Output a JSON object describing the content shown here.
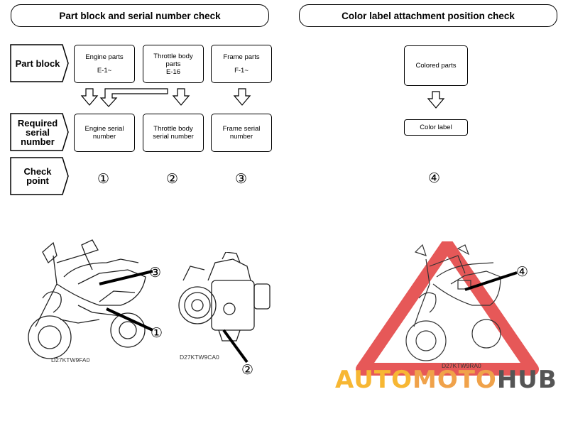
{
  "left_header": "Part block and serial number check",
  "right_header": "Color label attachment position check",
  "row_labels": {
    "part_block": "Part block",
    "required": [
      "Required",
      "serial",
      "number"
    ],
    "check": [
      "Check",
      "point"
    ]
  },
  "part_blocks": [
    {
      "lines": [
        "Engine parts",
        "E-1~"
      ]
    },
    {
      "lines": [
        "Throttle body",
        "parts",
        "E-16"
      ]
    },
    {
      "lines": [
        "Frame parts",
        "F-1~"
      ]
    }
  ],
  "serial_boxes": [
    {
      "lines": [
        "Engine serial",
        "number"
      ]
    },
    {
      "lines": [
        "Throttle body",
        "serial number"
      ]
    },
    {
      "lines": [
        "Frame serial",
        "number"
      ]
    }
  ],
  "check_points": [
    "①",
    "②",
    "③"
  ],
  "colored_parts": "Colored parts",
  "color_label": "Color label",
  "color_check_point": "④",
  "illustration_labels": {
    "scooter_frame": "③",
    "scooter_engine": "①",
    "throttle": "②",
    "right_scooter": "④"
  },
  "image_codes": {
    "scooter_left": "D27KTW9FA0",
    "throttle": "D27KTW9CA0",
    "scooter_right": "D27KTW9RA0"
  },
  "watermark": {
    "auto": "AUTO",
    "moto": "MOTO",
    "hub": "HUB",
    "colors": {
      "auto": "#f7b733",
      "moto": "#f0a24a",
      "hub": "#555555",
      "triangle": "#e23b3b"
    }
  }
}
